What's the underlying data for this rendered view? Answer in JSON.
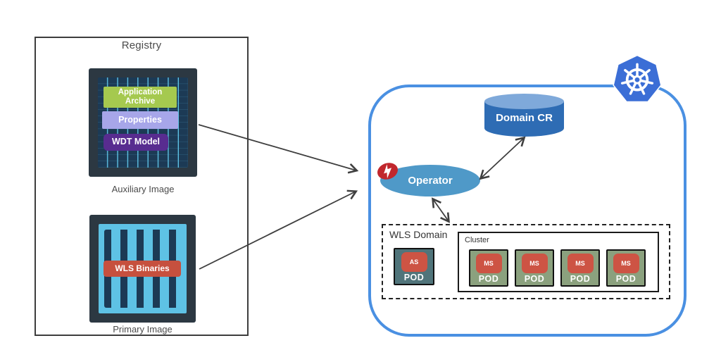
{
  "registry": {
    "title": "Registry",
    "auxiliary_image": {
      "caption": "Auxiliary Image",
      "layers": [
        {
          "label": "Application Archive",
          "color": "#a5c94f"
        },
        {
          "label": "Properties",
          "color": "#a7a6e9"
        },
        {
          "label": "WDT Model",
          "color": "#582c90"
        }
      ]
    },
    "primary_image": {
      "caption": "Primary Image",
      "layers": [
        {
          "label": "WLS Binaries",
          "color": "#c6503e"
        }
      ]
    }
  },
  "kubernetes": {
    "logo": "kubernetes-helm-wheel",
    "border_color": "#4a90e2",
    "domain_cr": {
      "label": "Domain CR",
      "body_color": "#2e6cb4",
      "top_color": "#7fa9da"
    },
    "operator": {
      "label": "Operator",
      "color": "#4f99c8",
      "badge_icon": "lightning",
      "badge_color": "#c1272d"
    },
    "wls_domain": {
      "title": "WLS Domain",
      "admin_pod": {
        "server_label": "AS",
        "pod_label": "POD",
        "color": "#50747a"
      },
      "cluster": {
        "title": "Cluster",
        "ms_pods": [
          {
            "server_label": "MS",
            "pod_label": "POD"
          },
          {
            "server_label": "MS",
            "pod_label": "POD"
          },
          {
            "server_label": "MS",
            "pod_label": "POD"
          },
          {
            "server_label": "MS",
            "pod_label": "POD"
          }
        ],
        "pod_color": "#8ba17e",
        "server_chip_color": "#cd5444"
      }
    }
  }
}
